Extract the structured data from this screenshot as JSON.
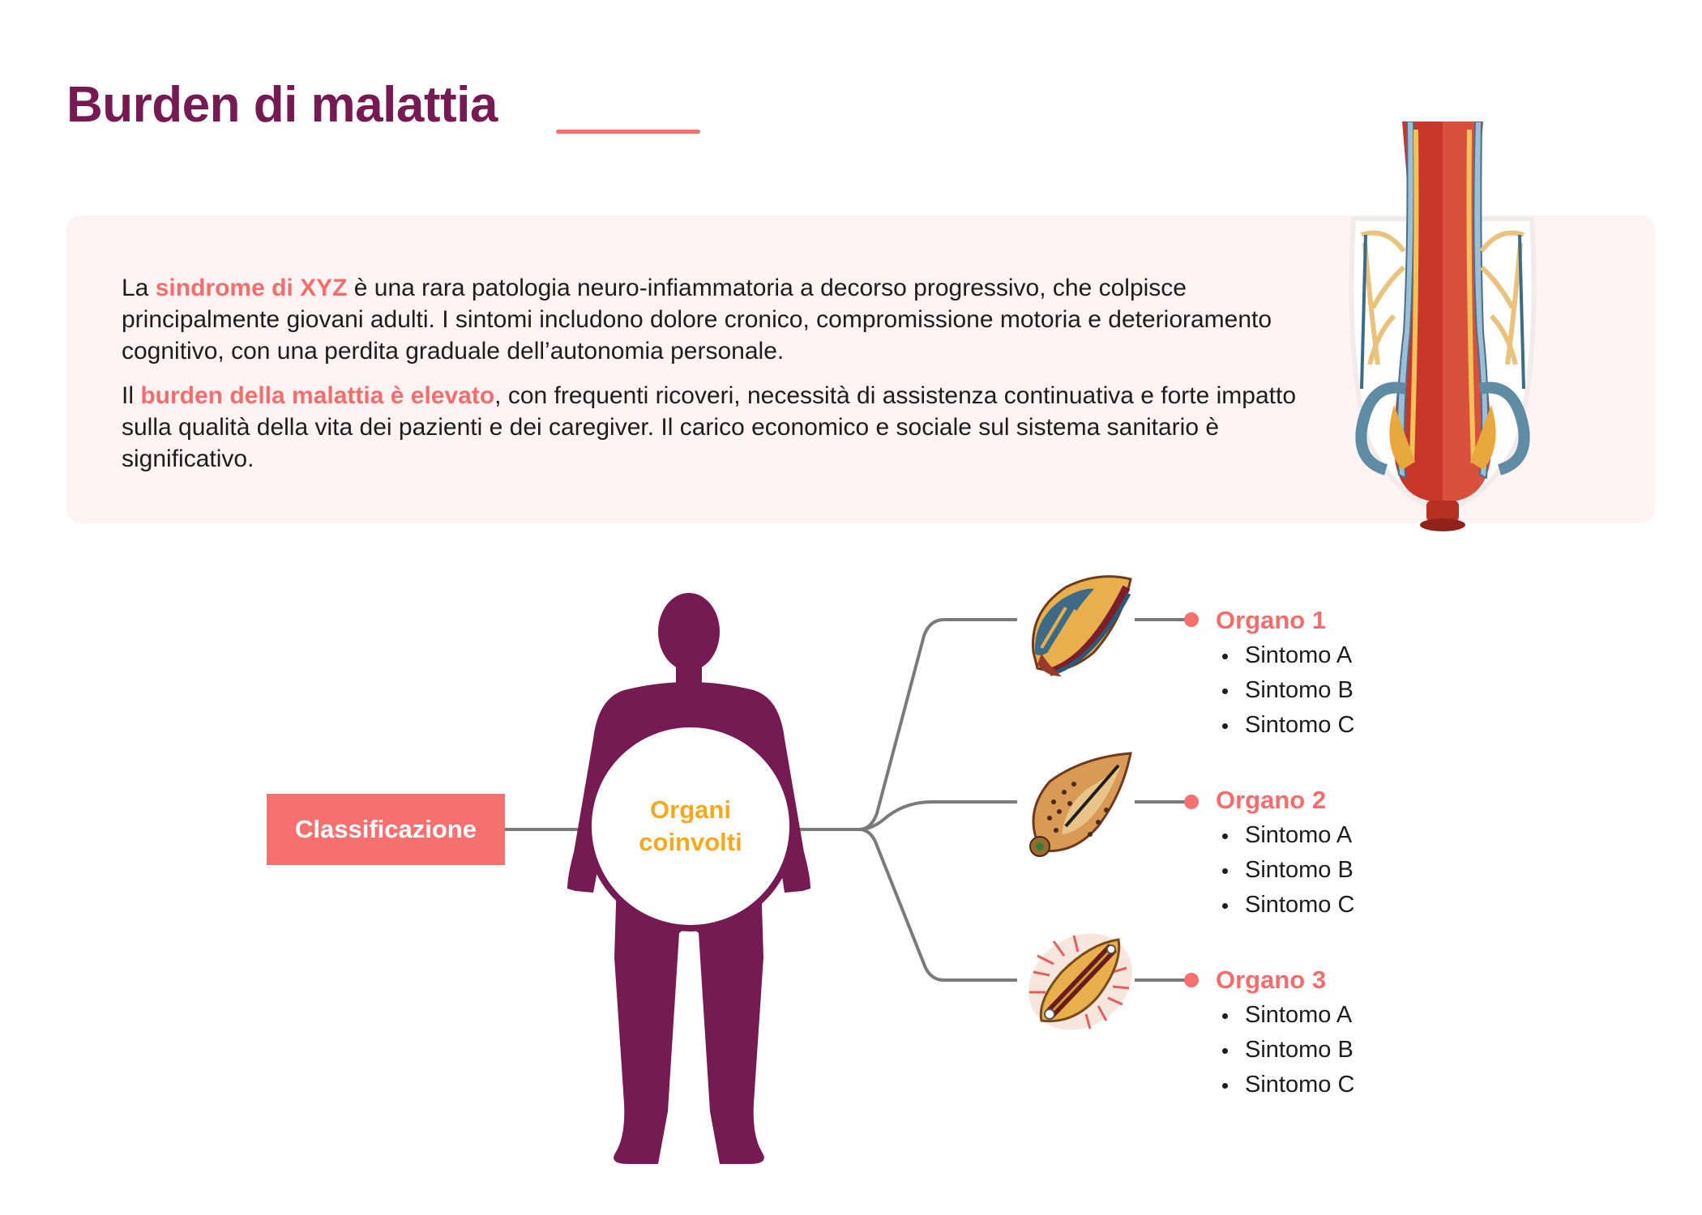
{
  "header": {
    "title": "Burden di malattia"
  },
  "intro": {
    "p1": {
      "pre": "La ",
      "highlight": "sindrome di XYZ",
      "post": " è una rara patologia neuro-infiammatoria a decorso progressivo, che colpisce principalmente giovani adulti. I sintomi includono dolore cronico, compromissione motoria e deterioramento cognitivo, con una perdita graduale dell’autonomia personale."
    },
    "p2": {
      "pre": "Il ",
      "highlight": "burden della malattia è elevato",
      "post": ", con frequenti ricoveri, necessità di assistenza continuativa e forte impatto sulla qualità della vita dei pazienti e dei caregiver. Il carico economico e sociale sul sistema sanitario è significativo."
    }
  },
  "diagram": {
    "classification_label": "Classificazione",
    "center_label_line1": "Organi",
    "center_label_line2": "coinvolti",
    "organs": [
      {
        "name": "Organo 1",
        "symptoms": [
          "Sintomo A",
          "Sintomo B",
          "Sintomo C"
        ]
      },
      {
        "name": "Organo 2",
        "symptoms": [
          "Sintomo A",
          "Sintomo B",
          "Sintomo C"
        ]
      },
      {
        "name": "Organo 3",
        "symptoms": [
          "Sintomo A",
          "Sintomo B",
          "Sintomo C"
        ]
      }
    ]
  },
  "colors": {
    "brand_purple": "#761a53",
    "accent_coral": "#f47170",
    "center_text_orange": "#f5a821",
    "intro_background": "#fdf3f2"
  }
}
